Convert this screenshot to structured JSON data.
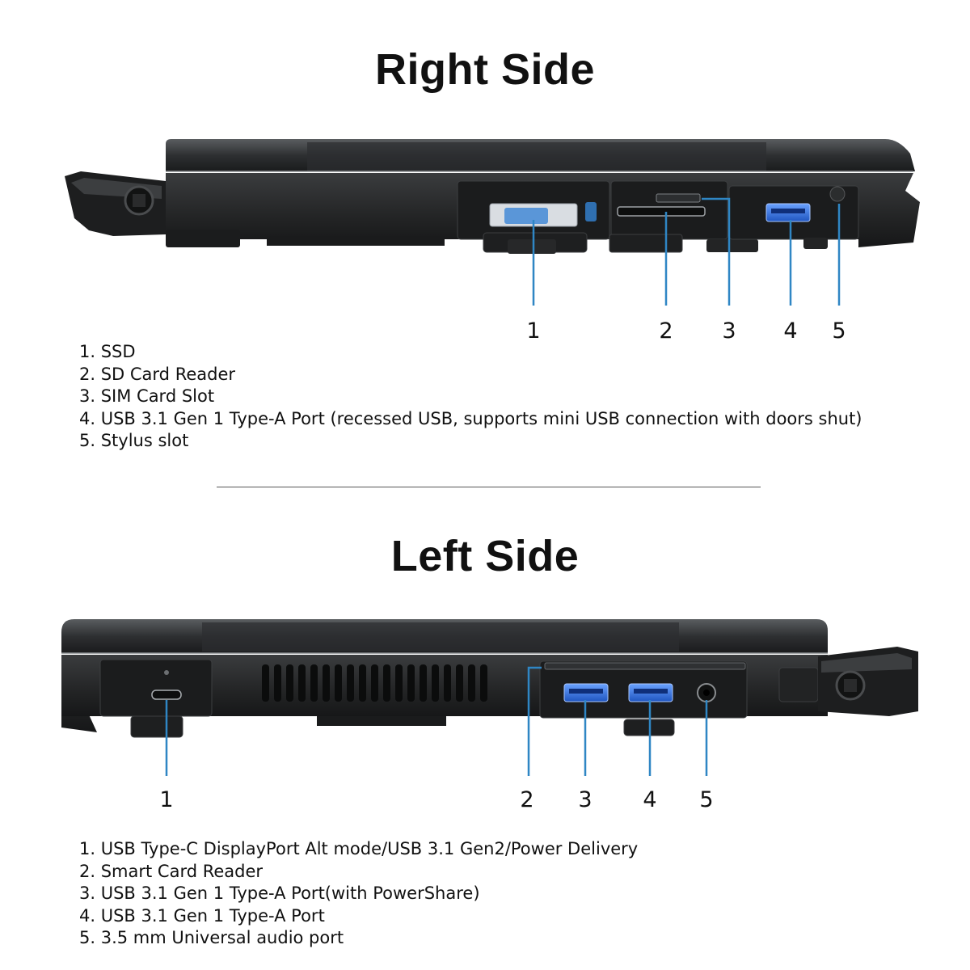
{
  "right_side": {
    "title": "Right Side",
    "callouts": [
      "1",
      "2",
      "3",
      "4",
      "5"
    ],
    "legend": [
      "1. SSD",
      "2. SD Card Reader",
      "3. SIM Card Slot",
      "4. USB 3.1 Gen 1 Type-A Port (recessed USB, supports mini USB connection with doors shut)",
      "5. Stylus slot"
    ]
  },
  "left_side": {
    "title": "Left Side",
    "callouts": [
      "1",
      "2",
      "3",
      "4",
      "5"
    ],
    "legend": [
      "1. USB Type-C DisplayPort Alt mode/USB 3.1 Gen2/Power Delivery",
      "2. Smart Card Reader",
      "3. USB 3.1 Gen 1 Type-A Port(with PowerShare)",
      "4. USB 3.1 Gen 1 Type-A Port",
      "5. 3.5 mm Universal audio port"
    ]
  },
  "colors": {
    "callout_line": "#2f86c4",
    "usb_port": "#2f6fd6",
    "chassis": "#2a2c2e",
    "chassis_dark": "#151617"
  }
}
